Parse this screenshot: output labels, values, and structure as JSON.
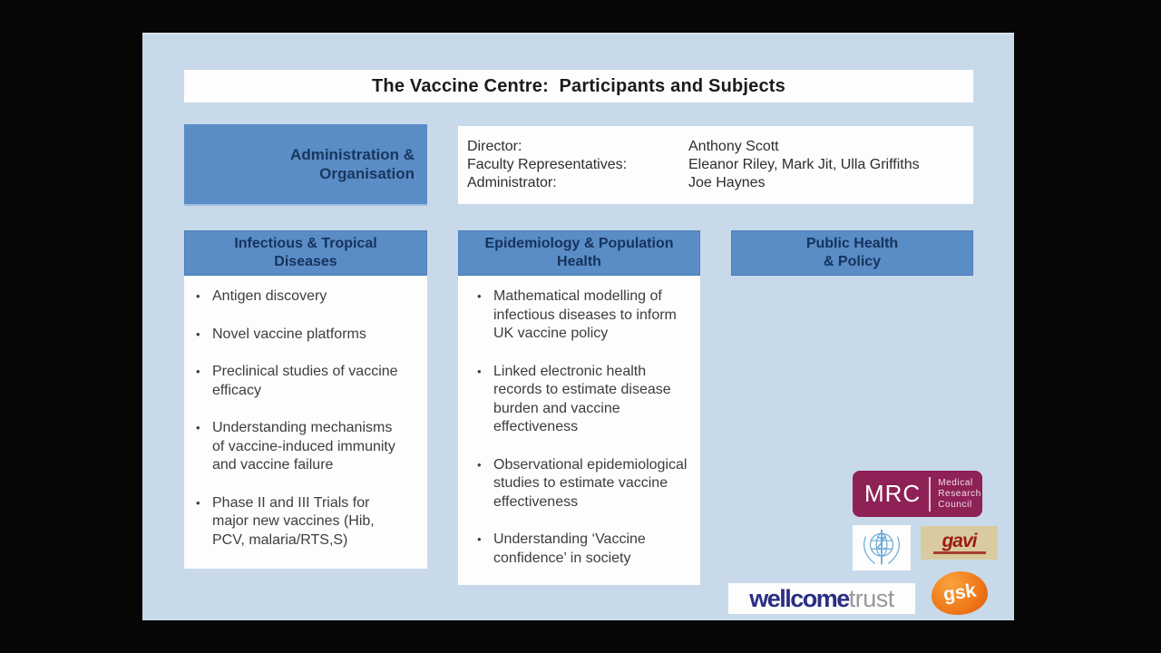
{
  "title": "The Vaccine Centre:  Participants and Subjects",
  "admin_box": {
    "line1": "Administration &",
    "line2": "Organisation"
  },
  "info_rows": [
    {
      "label": "Director:",
      "value": "Anthony Scott"
    },
    {
      "label": "Faculty Representatives:",
      "value": "Eleanor Riley, Mark Jit, Ulla Griffiths"
    },
    {
      "label": "Administrator:",
      "value": "Joe Haynes"
    }
  ],
  "columns": [
    {
      "header_line1": "Infectious & Tropical",
      "header_line2": "Diseases",
      "bullets": [
        "Antigen discovery",
        "Novel vaccine platforms",
        "Preclinical studies of vaccine efficacy",
        "Understanding mechanisms of vaccine-induced immunity and vaccine failure",
        "Phase II and III Trials for major new vaccines (Hib, PCV, malaria/RTS,S)"
      ]
    },
    {
      "header_line1": "Epidemiology & Population",
      "header_line2": "Health",
      "bullets": [
        "Mathematical modelling of infectious diseases to inform UK vaccine policy",
        "Linked electronic health records to estimate disease burden and vaccine effectiveness",
        "Observational epidemiological studies to estimate vaccine effectiveness",
        "Understanding ‘Vaccine confidence’ in society"
      ]
    },
    {
      "header_line1": "Public Health",
      "header_line2": "& Policy",
      "bullets": []
    }
  ],
  "logos": {
    "mrc": {
      "abbr": "MRC",
      "line1": "Medical",
      "line2": "Research",
      "line3": "Council",
      "bg": "#8e2156"
    },
    "gavi": {
      "text": "gavi",
      "bg": "#d9caa0",
      "fg": "#9c1c12"
    },
    "gsk": {
      "text": "gsk",
      "bg": "#f07818"
    },
    "wellcome": {
      "bold": "wellcome",
      "light": "trust"
    }
  },
  "colors": {
    "frame": "#060606",
    "slide_bg": "#c8d9ea",
    "accent_blue": "#5a8cc6",
    "heading_text": "#17375e",
    "body_text": "#3d3d3d"
  }
}
